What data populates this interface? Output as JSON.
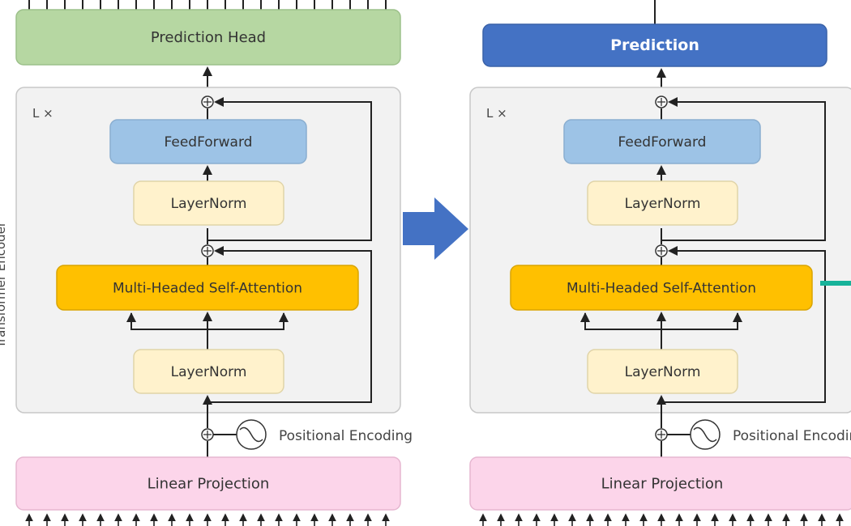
{
  "side_label": "Transformer Encoder",
  "left_panel": {
    "head": "Prediction Head",
    "repeat": "L ×",
    "feedforward": "FeedForward",
    "layernorm_top": "LayerNorm",
    "attention": "Multi-Headed Self-Attention",
    "layernorm_bottom": "LayerNorm",
    "positional": "Positional Encoding",
    "projection": "Linear Projection"
  },
  "right_panel": {
    "head": "Prediction",
    "repeat": "L ×",
    "feedforward": "FeedForward",
    "layernorm_top": "LayerNorm",
    "attention": "Multi-Headed Self-Attention",
    "layernorm_bottom": "LayerNorm",
    "positional": "Positional Encoding",
    "projection": "Linear Projection"
  },
  "colors": {
    "head_green": "#b6d7a2",
    "head_blue": "#4472c4",
    "feedforward": "#9dc3e6",
    "layernorm": "#fff2cc",
    "attention": "#ffc000",
    "projection": "#fcd5ea",
    "container": "#f2f2f2",
    "arrow": "#4472c4",
    "teal": "#17b39a"
  }
}
